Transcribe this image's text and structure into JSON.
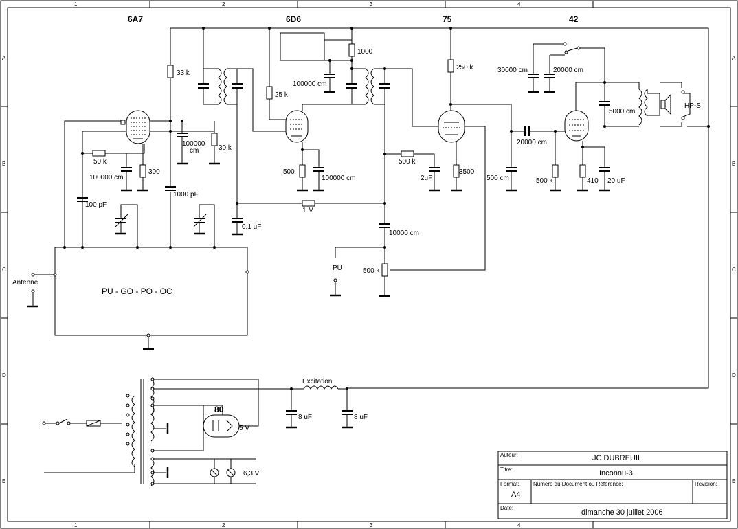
{
  "tubes": [
    "6A7",
    "6D6",
    "75",
    "42",
    "80"
  ],
  "components": {
    "r_33k": "33 k",
    "r_25k": "25 k",
    "r_1000": "1000",
    "c_100000cm_top": "100000 cm",
    "r_250k": "250 k",
    "c_30000cm": "30000 cm",
    "c_20000cm_top": "20000 cm",
    "c_5000cm": "5000 cm",
    "speaker": "HP-S",
    "c_100000cm_a": "100000",
    "c_100000cm_a2": "cm",
    "r_30k": "30 k",
    "r_50k": "50 k",
    "c_100000cm_b": "100000 cm",
    "r_300": "300",
    "r_500": "500",
    "c_100000cm_c": "100000 cm",
    "r_500k_a": "500 k",
    "c_2uf": "2uF",
    "r_3500": "3500",
    "c_20000cm_mid": "20000 cm",
    "c_500cm": "500 cm",
    "r_500k_b": "500 k",
    "r_410": "410",
    "c_20uf": "20 uF",
    "c_100pf": "100 pF",
    "c_1000pf": "1000 pF",
    "c_01uf": "0,1 uF",
    "r_1m": "1 M",
    "c_10000cm": "10000 cm",
    "pu": "PU",
    "pot_500k": "500 k",
    "antenne": "Antenne",
    "band_switch": "PU  -  GO  -  PO  -  OC",
    "excitation": "Excitation",
    "c_8uf_a": "8 uF",
    "c_8uf_b": "8 uF",
    "v_5v": "5 V",
    "v_63v": "6,3 V"
  },
  "zones": {
    "cols": [
      "1",
      "2",
      "3",
      "4"
    ],
    "rows": [
      "A",
      "B",
      "C",
      "D",
      "E"
    ]
  },
  "title_block": {
    "auteur_label": "Auteur:",
    "auteur_value": "JC DUBREUIL",
    "titre_label": "Titre:",
    "titre_value": "Inconnu-3",
    "format_label": "Format:",
    "format_value": "A4",
    "numero_label": "Numero du Document ou Référence:",
    "revision_label": "Revision:",
    "date_label": "Date:",
    "date_value": "dimanche 30 juillet 2006"
  }
}
